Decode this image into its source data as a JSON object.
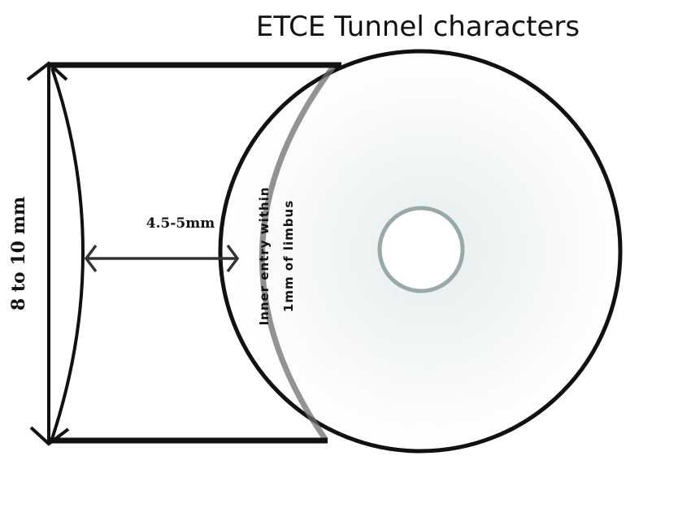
{
  "title": "ETCE Tunnel characters",
  "labels": {
    "height": "8 to 10 mm",
    "length": "4.5-5mm",
    "inner_entry_line1": "Inner entry within",
    "inner_entry_line2": "1mm of limbus"
  },
  "colors": {
    "stroke": "#111111",
    "shadow": "#6f6f6f",
    "ring": "#97aaa8",
    "cornea_center": "#e9eeee"
  }
}
